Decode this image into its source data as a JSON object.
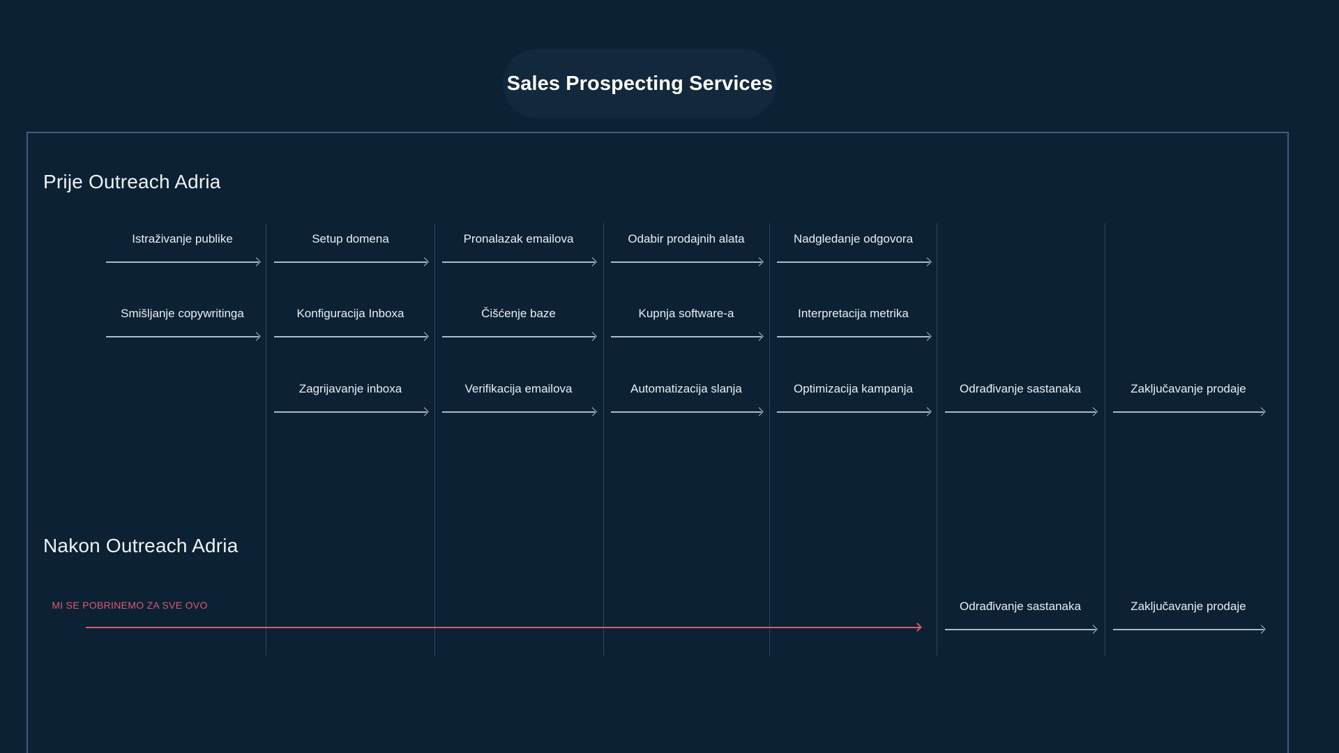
{
  "header": {
    "title": "Sales Prospecting Services"
  },
  "panel": {
    "sections": [
      {
        "id": "before",
        "heading": "Prije Outreach Adria"
      },
      {
        "id": "after",
        "heading": "Nakon Outreach Adria"
      }
    ]
  },
  "diagram": {
    "type": "timeline-comparison",
    "columns": 7,
    "before_rows": [
      {
        "row": 1,
        "steps": [
          {
            "col": 1,
            "label": "Istraživanje publike"
          },
          {
            "col": 2,
            "label": "Setup domena"
          },
          {
            "col": 3,
            "label": "Pronalazak emailova"
          },
          {
            "col": 4,
            "label": "Odabir prodajnih alata"
          },
          {
            "col": 5,
            "label": "Nadgledanje odgovora"
          }
        ]
      },
      {
        "row": 2,
        "steps": [
          {
            "col": 1,
            "label": "Smišljanje copywritinga"
          },
          {
            "col": 2,
            "label": "Konfiguracija Inboxa"
          },
          {
            "col": 3,
            "label": "Čišćenje baze"
          },
          {
            "col": 4,
            "label": "Kupnja software-a"
          },
          {
            "col": 5,
            "label": "Interpretacija metrika"
          }
        ]
      },
      {
        "row": 3,
        "steps": [
          {
            "col": 2,
            "label": "Zagrijavanje inboxa"
          },
          {
            "col": 3,
            "label": "Verifikacija emailova"
          },
          {
            "col": 4,
            "label": "Automatizacija slanja"
          },
          {
            "col": 5,
            "label": "Optimizacija kampanja"
          },
          {
            "col": 6,
            "label": "Odrađivanje sastanaka"
          },
          {
            "col": 7,
            "label": "Zaključavanje prodaje"
          }
        ]
      }
    ],
    "after_rows": [
      {
        "row": 1,
        "steps": [
          {
            "col": 1,
            "label": "MI SE POBRINEMO ZA SVE OVO",
            "highlight": true,
            "span": 5
          },
          {
            "col": 6,
            "label": "Odrađivanje sastanaka"
          },
          {
            "col": 7,
            "label": "Zaključavanje prodaje"
          }
        ]
      }
    ]
  },
  "colors": {
    "background": "#0c2134",
    "panel_border": "#3c617e",
    "divider": "#2a4a63",
    "arrow": "#a9bdcc",
    "text": "#e9eff4",
    "accent_red": "#dd5a6d",
    "pill_background": "#12293d"
  }
}
